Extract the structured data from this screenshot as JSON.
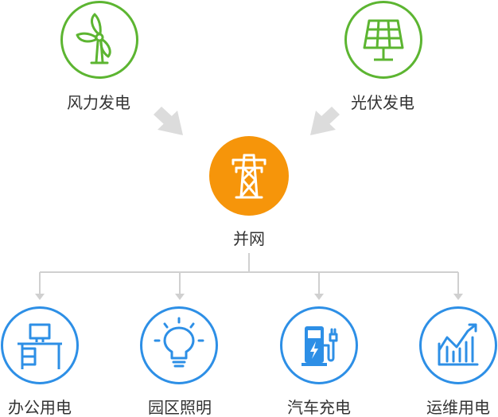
{
  "sources": {
    "wind": {
      "label": "风力发电",
      "icon": "wind-turbine-icon"
    },
    "solar": {
      "label": "光伏发电",
      "icon": "solar-panel-icon"
    }
  },
  "grid": {
    "label": "并网",
    "icon": "transmission-tower-icon"
  },
  "consumers": [
    {
      "label": "办公用电",
      "icon": "office-desk-computer-icon"
    },
    {
      "label": "园区照明",
      "icon": "light-bulb-icon"
    },
    {
      "label": "汽车充电",
      "icon": "ev-charger-icon"
    },
    {
      "label": "运维用电",
      "icon": "bar-chart-trend-icon"
    }
  ],
  "colors": {
    "green": "#5cb531",
    "orange": "#f6950a",
    "blue": "#2d8fe6",
    "arrow": "#dcdcdc",
    "line": "#d0d0d0"
  }
}
